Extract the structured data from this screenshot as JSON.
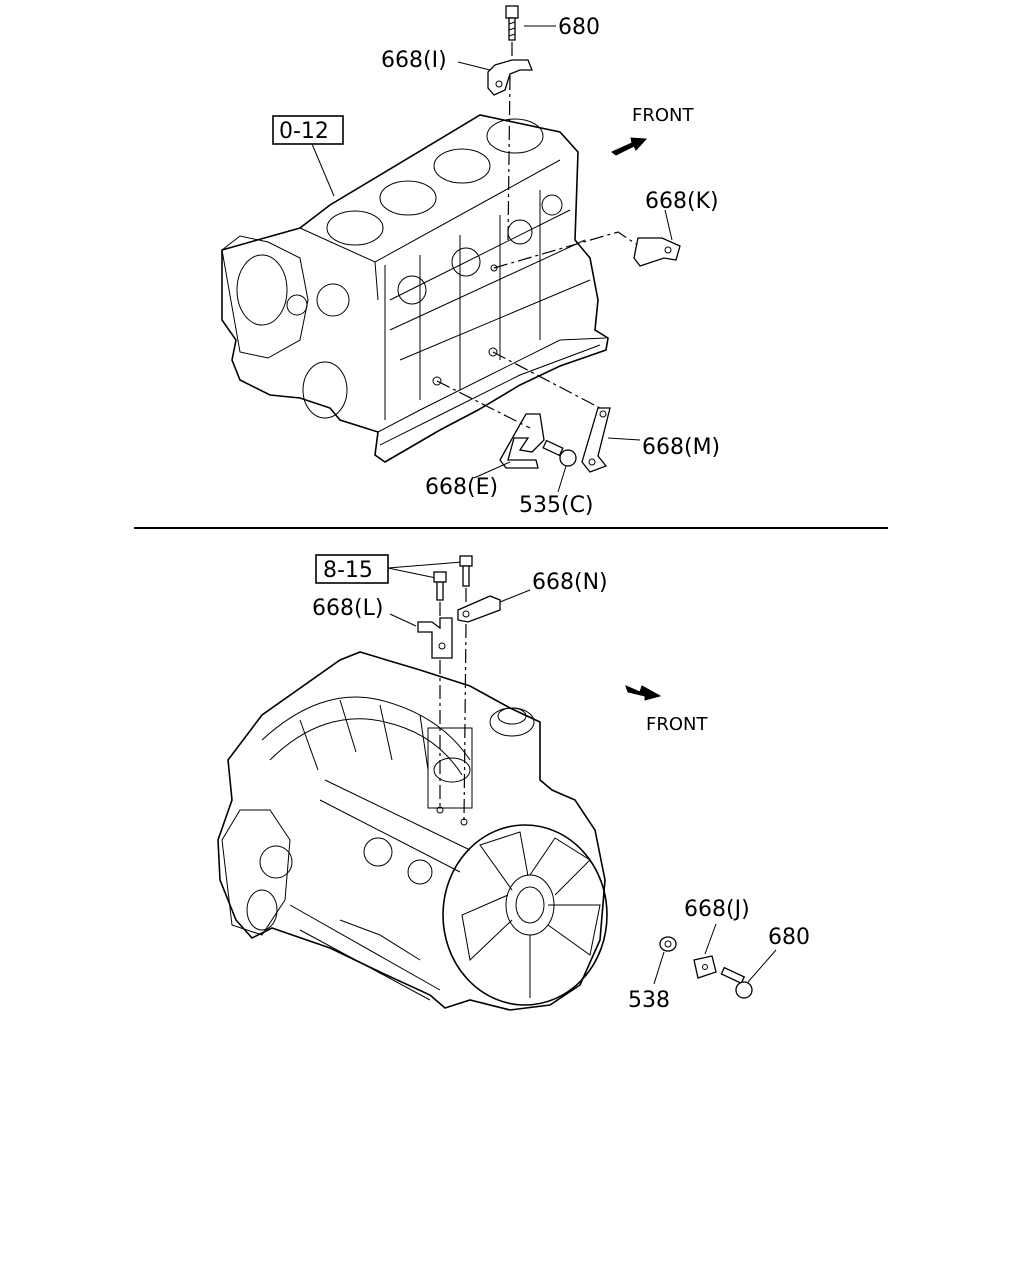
{
  "top": {
    "ref_box": "0-12",
    "front_label": "FRONT",
    "callouts": {
      "c680": "680",
      "c668I": "668(I)",
      "c668K": "668(K)",
      "c668M": "668(M)",
      "c668E": "668(E)",
      "c535C": "535(C)"
    }
  },
  "bottom": {
    "ref_box": "8-15",
    "front_label": "FRONT",
    "callouts": {
      "c668N": "668(N)",
      "c668L": "668(L)",
      "c668J": "668(J)",
      "c680": "680",
      "c538": "538"
    }
  }
}
